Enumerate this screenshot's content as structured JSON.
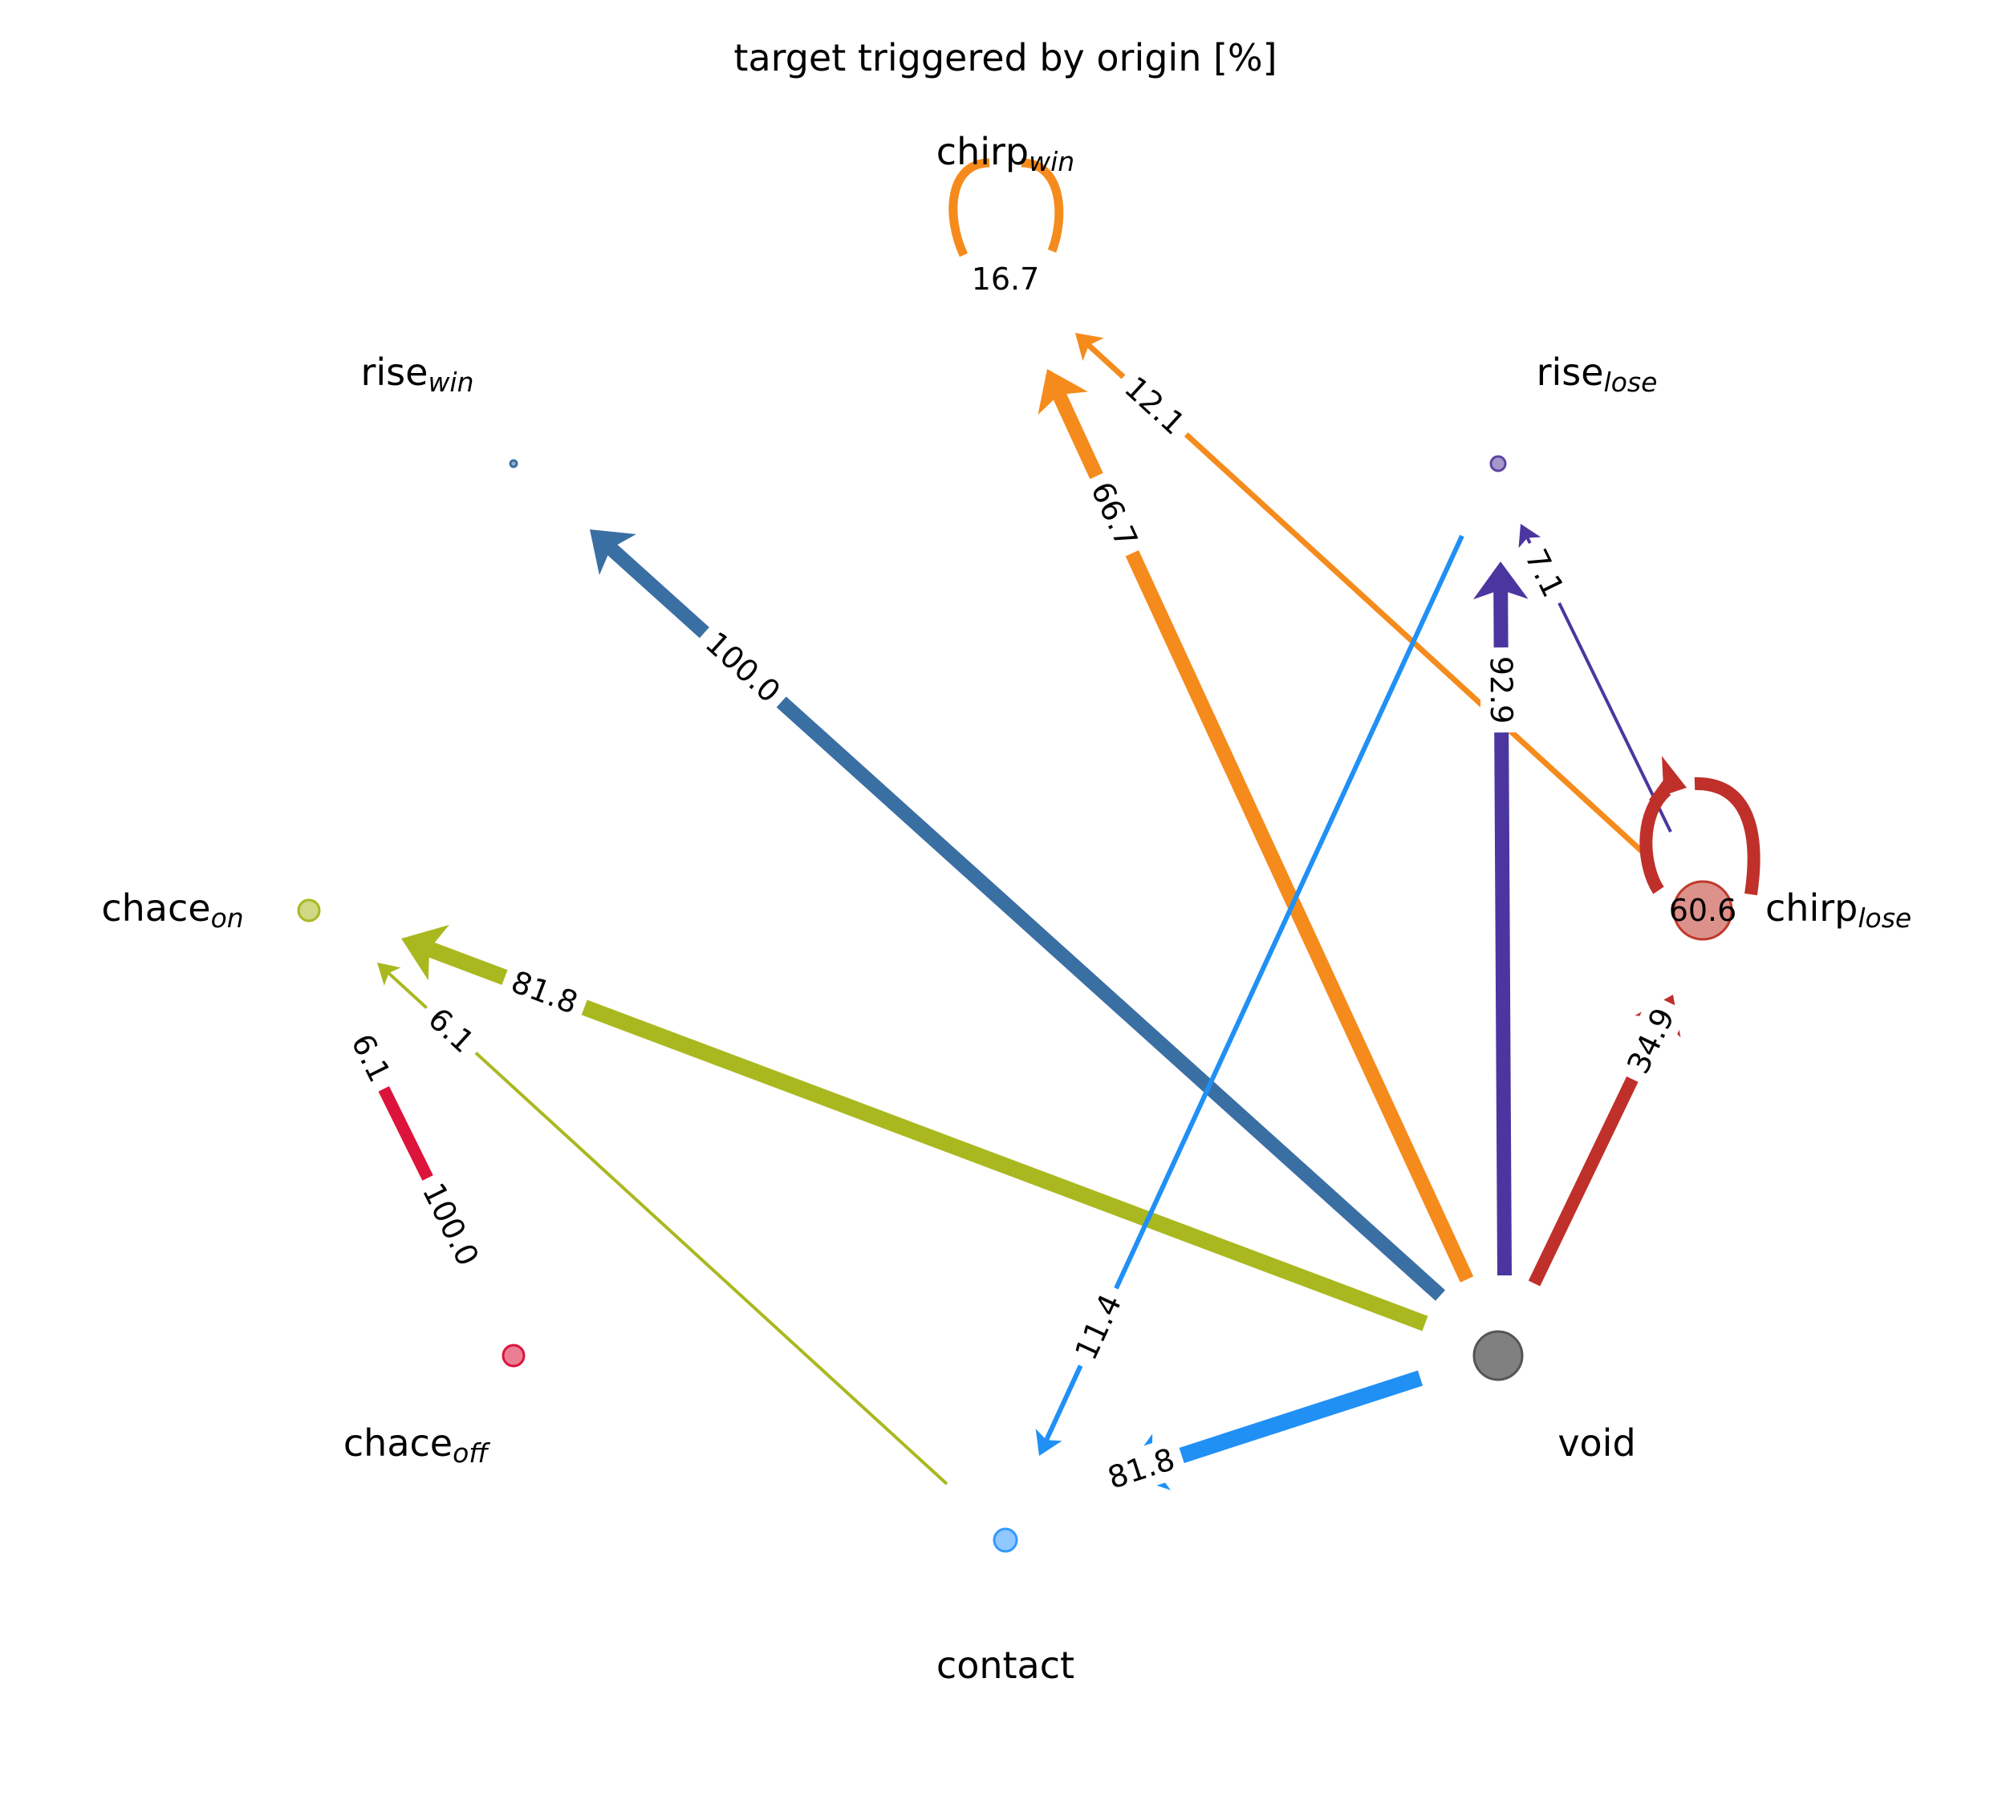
{
  "title": "target triggered by origin [%]",
  "nodes": [
    {
      "id": "chirp_win",
      "base": "chirp",
      "sub": "win",
      "color": "#f58231"
    },
    {
      "id": "rise_win",
      "base": "rise",
      "sub": "win",
      "color": "#3a6fa3"
    },
    {
      "id": "rise_lose",
      "base": "rise",
      "sub": "lose",
      "color": "#5e44a0"
    },
    {
      "id": "chace_on",
      "base": "chace",
      "sub": "on",
      "color": "#aab820"
    },
    {
      "id": "chirp_lose",
      "base": "chirp",
      "sub": "lose",
      "color": "#c0392b"
    },
    {
      "id": "chace_off",
      "base": "chace",
      "sub": "off",
      "color": "#dc143c"
    },
    {
      "id": "void",
      "base": "void",
      "sub": "",
      "color": "#555555"
    },
    {
      "id": "contact",
      "base": "contact",
      "sub": "",
      "color": "#3399ff"
    }
  ],
  "edges": [
    {
      "source": "void",
      "target": "rise_win",
      "label": "100.0",
      "color": "#3a6fa3"
    },
    {
      "source": "void",
      "target": "chirp_win",
      "label": "66.7",
      "color": "#f58b1c"
    },
    {
      "source": "chirp_lose",
      "target": "chirp_win",
      "label": "12.1",
      "color": "#f58b1c"
    },
    {
      "source": "void",
      "target": "rise_lose",
      "label": "92.9",
      "color": "#4b36a0"
    },
    {
      "source": "chirp_lose",
      "target": "rise_lose",
      "label": "7.1",
      "color": "#4b36a0"
    },
    {
      "source": "void",
      "target": "chirp_lose",
      "label": "34.9",
      "color": "#c0302a"
    },
    {
      "source": "void",
      "target": "chace_on",
      "label": "81.8",
      "color": "#aab820"
    },
    {
      "source": "contact",
      "target": "chace_on",
      "label": "6.1",
      "color": "#aab820"
    },
    {
      "source": "chace_off",
      "target": "chace_on",
      "label": "6.1",
      "color": "#aab820"
    },
    {
      "source": "chace_on",
      "target": "chace_off",
      "label": "100.0",
      "color": "#dc143c"
    },
    {
      "source": "void",
      "target": "contact",
      "label": "81.8",
      "color": "#2090f5"
    },
    {
      "source": "rise_lose",
      "target": "contact",
      "label": "11.4",
      "color": "#2090f5"
    }
  ],
  "self_loops": [
    {
      "node": "chirp_win",
      "label": "16.7",
      "color": "#f58b1c"
    },
    {
      "node": "chirp_lose",
      "label": "60.6",
      "color": "#c0302a"
    }
  ]
}
